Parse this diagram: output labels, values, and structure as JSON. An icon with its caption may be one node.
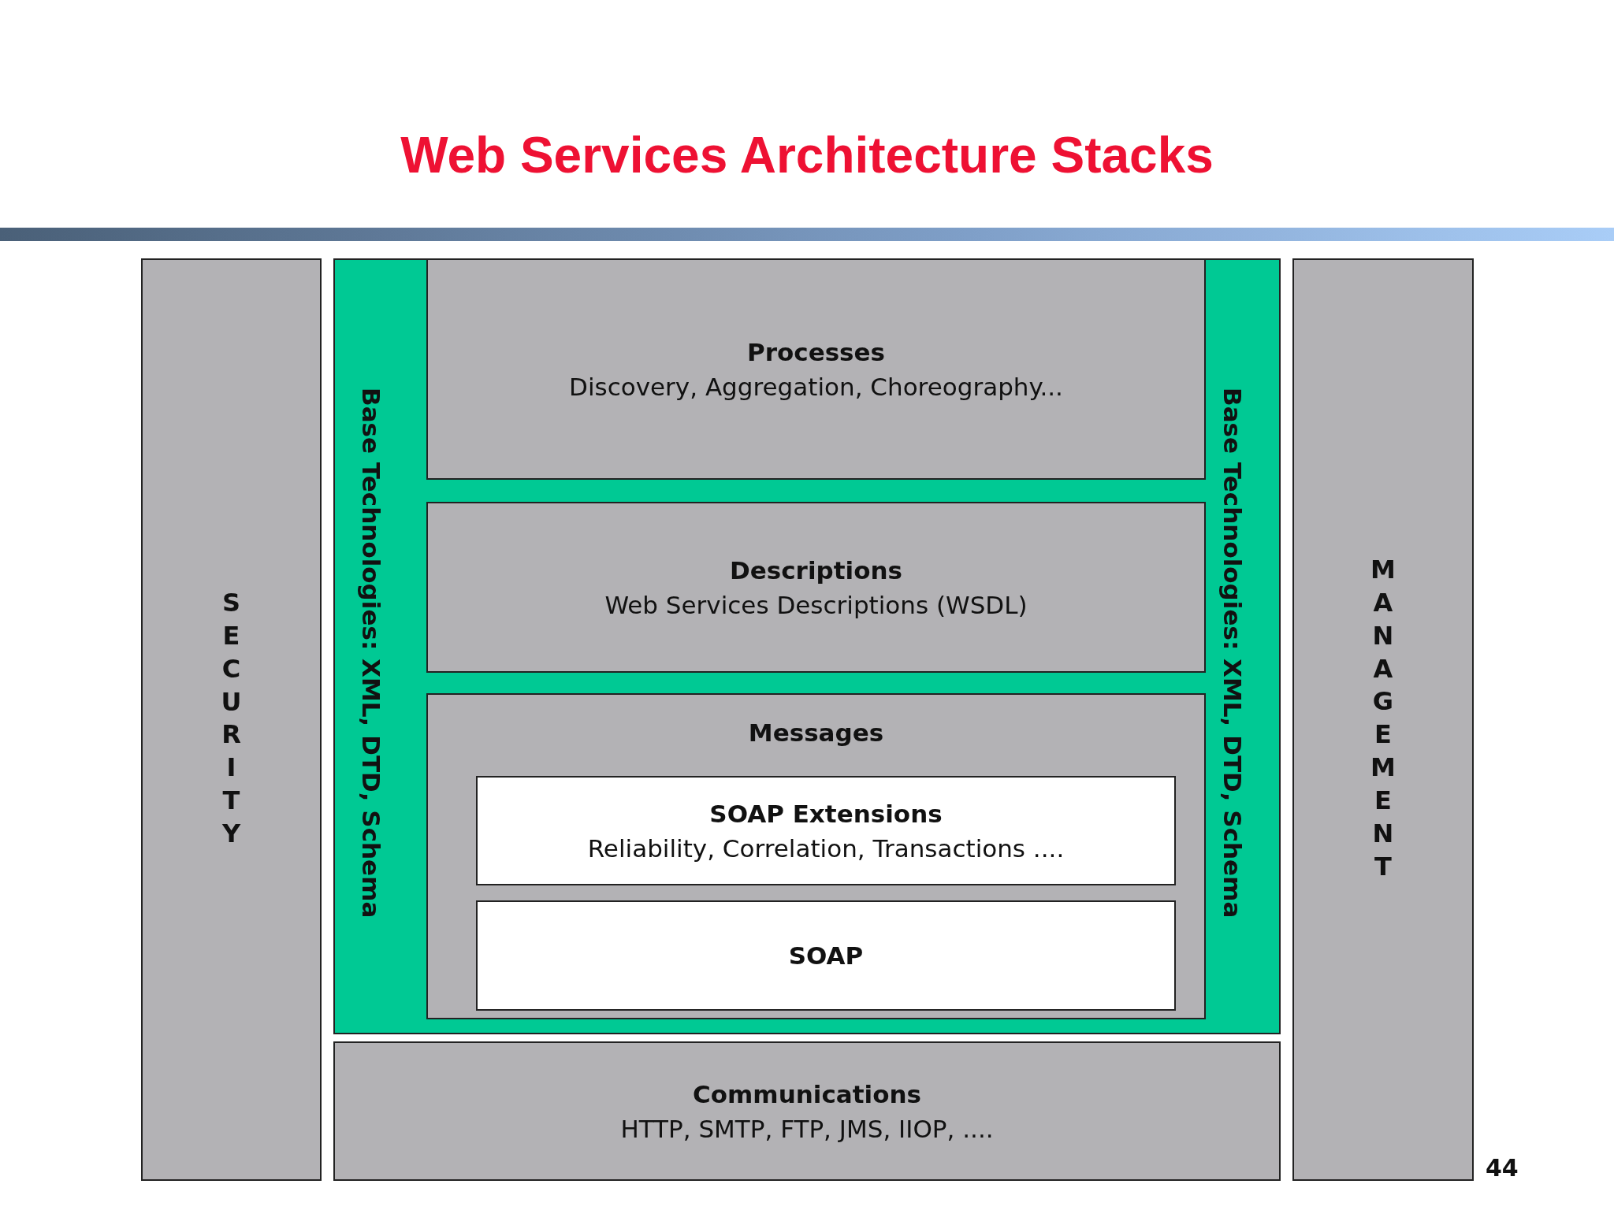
{
  "diagram": {
    "title": "Web Services Architecture Stacks",
    "nodes": [
      {
        "text": [
          "SECURITY"
        ]
      },
      {
        "text": [
          "Base Technologies: XML, DTD, Schema",
          "Base Technologies: XML, DTD, Schema"
        ]
      },
      {
        "text": [
          "Processes",
          "Discovery, Aggregation, Choreography..."
        ],
        "in": 1
      },
      {
        "text": [
          "Descriptions",
          "Web Services Descriptions (WSDL)"
        ],
        "in": 1
      },
      {
        "text": [
          "Messages"
        ],
        "in": 1
      },
      {
        "text": [
          "SOAP Extensions",
          "Reliability, Correlation, Transactions ...."
        ],
        "in": 4
      },
      {
        "text": [
          "SOAP"
        ],
        "in": 4
      },
      {
        "text": [
          "Communications",
          "HTTP, SMTP, FTP, JMS, IIOP, ...."
        ]
      },
      {
        "text": [
          "MANAGEMENT"
        ]
      }
    ],
    "labels": [
      "44"
    ]
  }
}
